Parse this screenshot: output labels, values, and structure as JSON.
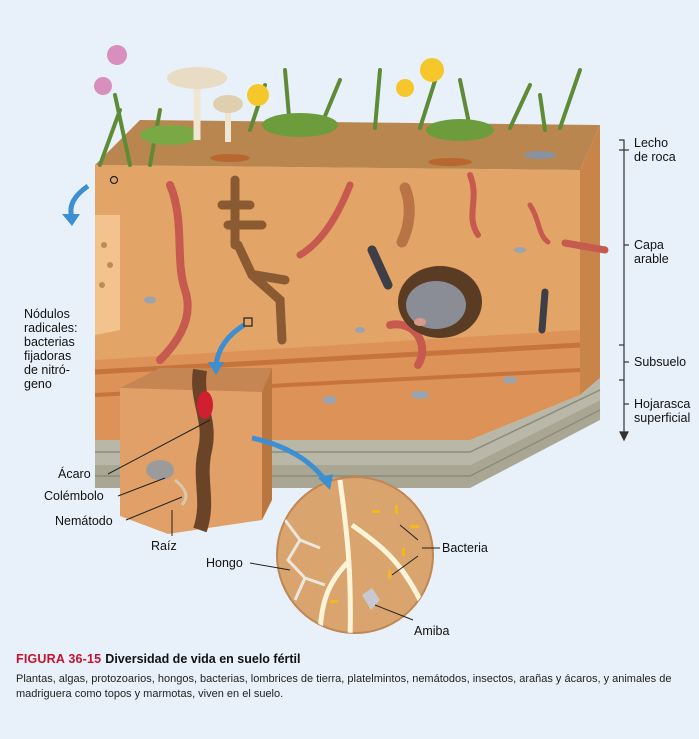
{
  "layers": [
    "Lecho\nde roca",
    "Capa\narable",
    "Subsuelo",
    "Hojarasca\nsuperficial"
  ],
  "labels": {
    "nodulos": "Nódulos\nradicales:\nbacterias\nfijadoras\nde nitró-\ngeno",
    "acaro": "Ácaro",
    "colembolo": "Colémbolo",
    "nematodo": "Nemátodo",
    "raiz": "Raíz",
    "hongo": "Hongo",
    "bacteria": "Bacteria",
    "amiba": "Amiba"
  },
  "caption": {
    "figure_number": "FIGURA 36-15",
    "title": "Diversidad de vida en suelo fértil",
    "body": "Plantas, algas, protozoarios, hongos, bacterias, lombrices de tierra, platelmintos, nemátodos, insectos, arañas y ácaros, y animales de madriguera como topos y marmotas, viven en el suelo."
  },
  "colors": {
    "background": "#e8f1fa",
    "soil": "#e3a467",
    "soil_dark": "#c9844a",
    "bedrock": "#b9b7a8",
    "figure_red": "#c4122f",
    "arrow_blue": "#3d8fd1"
  }
}
